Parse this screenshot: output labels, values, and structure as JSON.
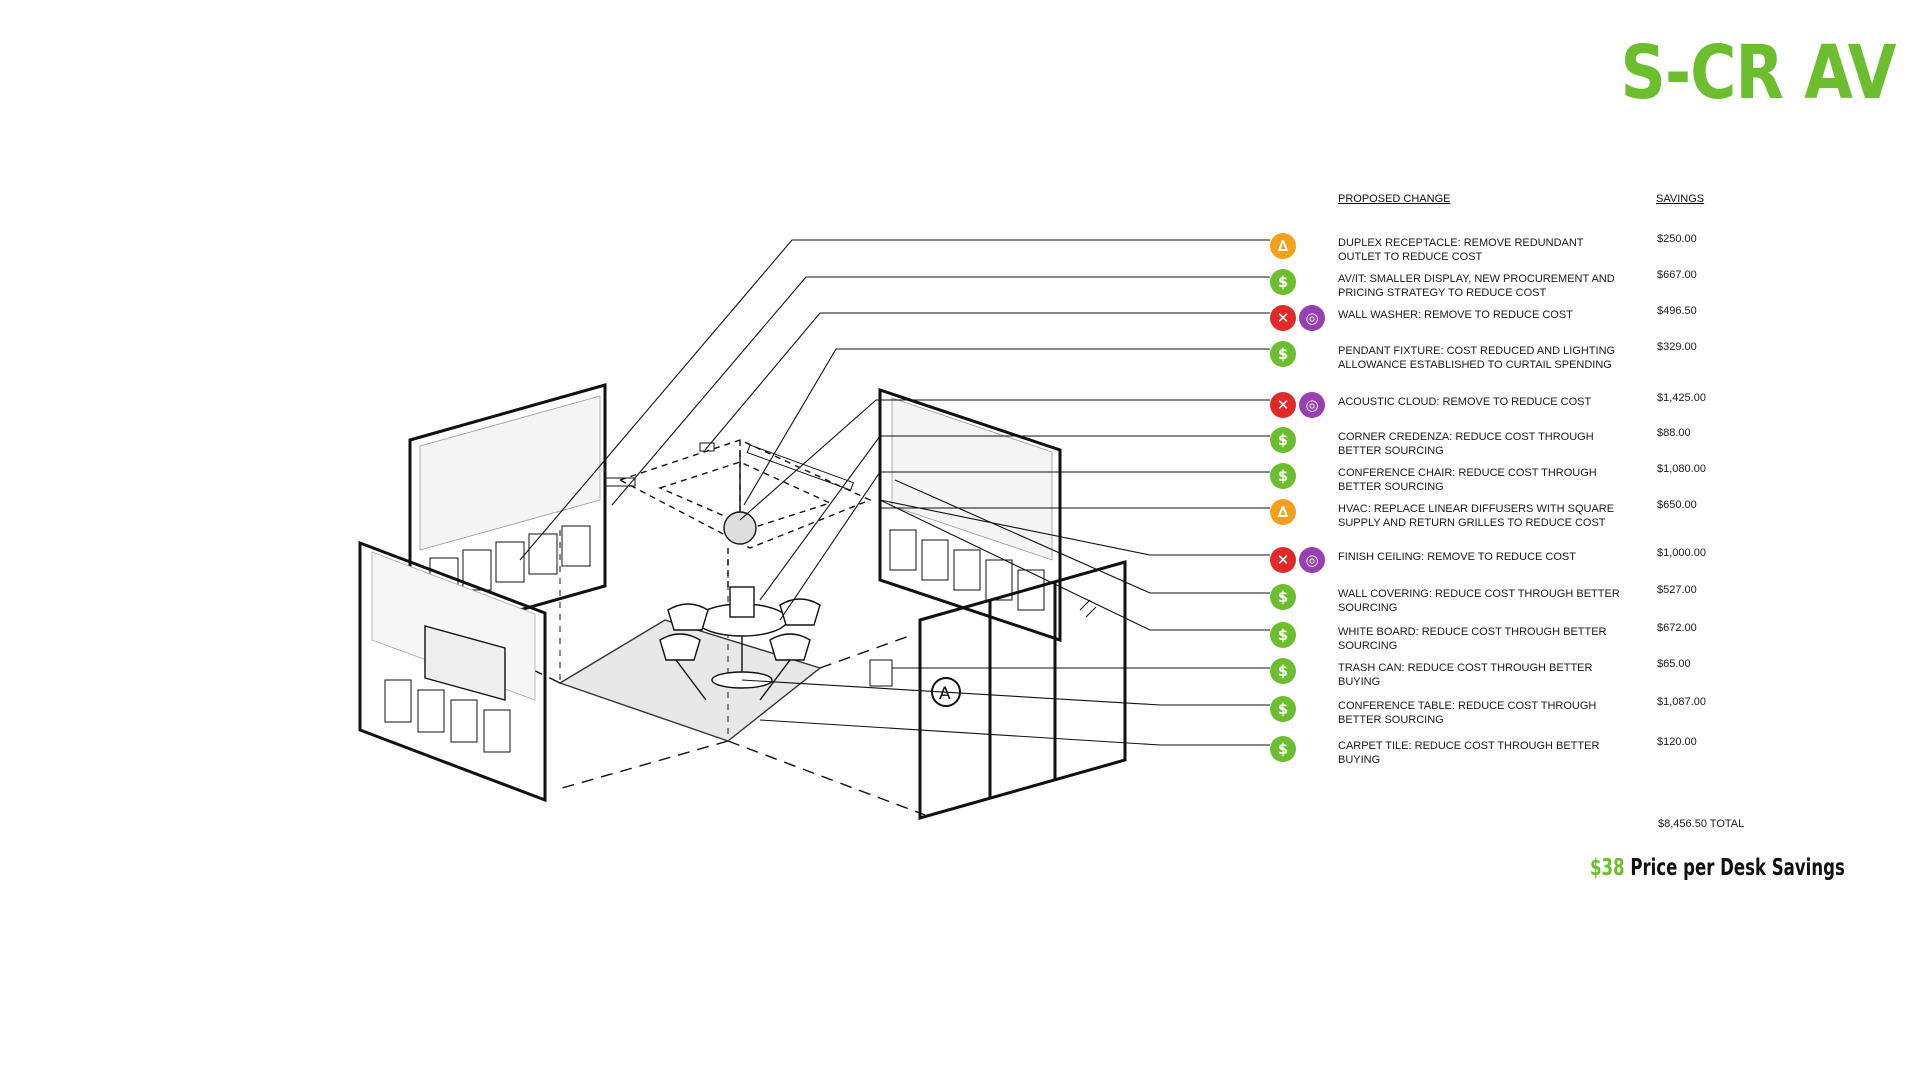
{
  "title": "S-CR AV",
  "table": {
    "header_change": "PROPOSED CHANGE",
    "header_savings": "SAVINGS",
    "rows": [
      {
        "icons": [
          "orange"
        ],
        "text": "DUPLEX RECEPTACLE: REMOVE REDUNDANT OUTLET TO REDUCE COST",
        "amount": "$250.00"
      },
      {
        "icons": [
          "green"
        ],
        "text": "AV/IT: SMALLER DISPLAY, NEW PROCUREMENT AND PRICING STRATEGY TO REDUCE COST",
        "amount": "$667.00"
      },
      {
        "icons": [
          "red",
          "purple"
        ],
        "text": "WALL WASHER: REMOVE TO REDUCE COST",
        "amount": "$496.50"
      },
      {
        "icons": [
          "green"
        ],
        "text": "PENDANT FIXTURE: COST REDUCED AND LIGHTING ALLOWANCE ESTABLISHED TO CURTAIL SPENDING",
        "amount": "$329.00"
      },
      {
        "icons": [
          "red",
          "purple"
        ],
        "text": "ACOUSTIC CLOUD: REMOVE TO REDUCE COST",
        "amount": "$1,425.00"
      },
      {
        "icons": [
          "green"
        ],
        "text": "CORNER CREDENZA: REDUCE COST THROUGH BETTER SOURCING",
        "amount": "$88.00"
      },
      {
        "icons": [
          "green"
        ],
        "text": "CONFERENCE CHAIR: REDUCE COST THROUGH BETTER SOURCING",
        "amount": "$1,080.00"
      },
      {
        "icons": [
          "orange"
        ],
        "text": "HVAC: REPLACE LINEAR DIFFUSERS WITH SQUARE SUPPLY AND RETURN GRILLES TO REDUCE COST",
        "amount": "$650.00"
      },
      {
        "icons": [
          "red",
          "purple"
        ],
        "text": "FINISH CEILING: REMOVE TO REDUCE COST",
        "amount": "$1,000.00"
      },
      {
        "icons": [
          "green"
        ],
        "text": "WALL COVERING: REDUCE COST THROUGH BETTER SOURCING",
        "amount": "$527.00"
      },
      {
        "icons": [
          "green"
        ],
        "text": "WHITE BOARD: REDUCE COST THROUGH BETTER SOURCING",
        "amount": "$672.00"
      },
      {
        "icons": [
          "green"
        ],
        "text": "TRASH CAN: REDUCE COST THROUGH BETTER BUYING",
        "amount": "$65.00"
      },
      {
        "icons": [
          "green"
        ],
        "text": "CONFERENCE TABLE:  REDUCE COST THROUGH BETTER SOURCING",
        "amount": "$1,087.00"
      },
      {
        "icons": [
          "green"
        ],
        "text": "CARPET TILE: REDUCE COST THROUGH BETTER BUYING",
        "amount": "$120.00"
      }
    ],
    "total": "$8,456.50 TOTAL"
  },
  "desk_savings": {
    "amount": "$38",
    "label": " Price per Desk Savings"
  },
  "icon_names": {
    "green": "dollar-icon",
    "orange": "compass-icon",
    "red": "no-tool-icon",
    "purple": "target-icon"
  },
  "colors": {
    "brand_green": "#6dbe2e",
    "orange": "#f4a01f",
    "red": "#e02a2a",
    "purple": "#9a3fb2"
  }
}
